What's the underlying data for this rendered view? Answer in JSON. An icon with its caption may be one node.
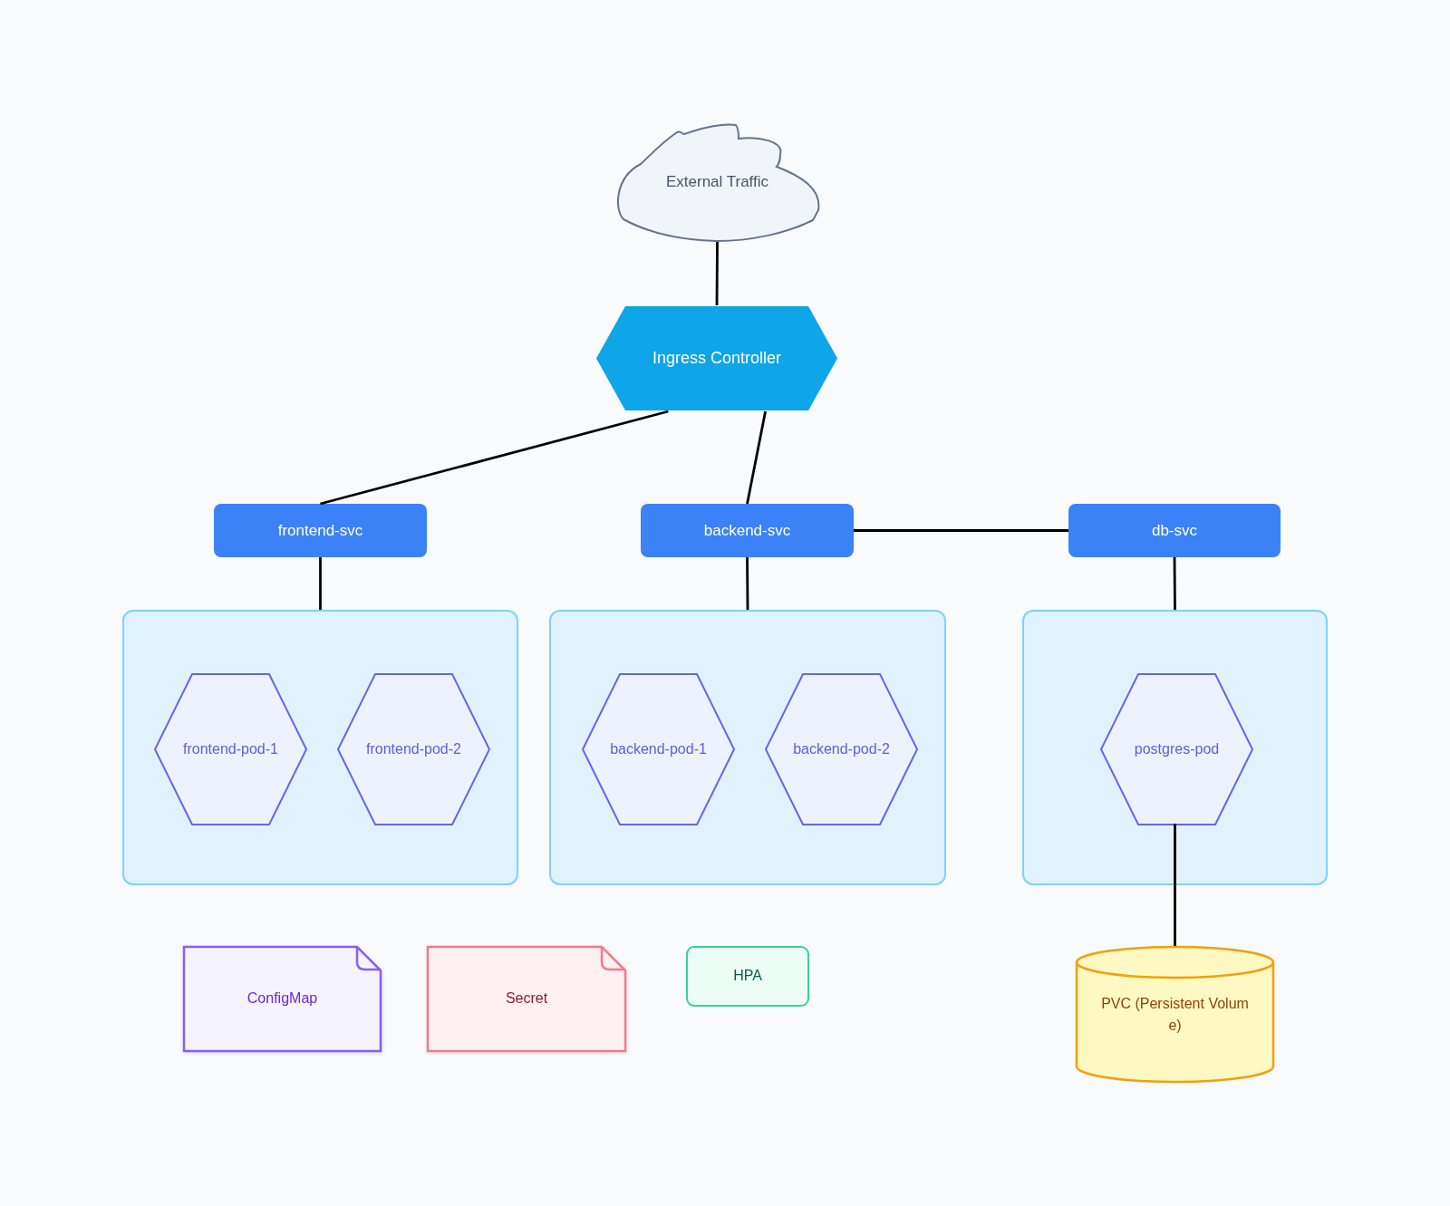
{
  "diagram": {
    "nodes": [
      {
        "text": [
          "External Traffic"
        ]
      },
      {
        "text": [
          "Ingress Controller"
        ]
      },
      {
        "text": [
          "frontend-svc"
        ]
      },
      {
        "text": [
          "backend-svc"
        ]
      },
      {
        "text": [
          "db-svc"
        ]
      },
      {
        "text": [],
        "shape": "box"
      },
      {
        "text": [
          "frontend-pod-1"
        ],
        "in": 5
      },
      {
        "text": [
          "frontend-pod-2"
        ],
        "in": 5
      },
      {
        "text": [],
        "shape": "box"
      },
      {
        "text": [
          "backend-pod-1"
        ],
        "in": 8
      },
      {
        "text": [
          "backend-pod-2"
        ],
        "in": 8
      },
      {
        "text": [],
        "shape": "box"
      },
      {
        "text": [
          "postgres-pod"
        ],
        "in": 11
      },
      {
        "text": [
          "ConfigMap"
        ]
      },
      {
        "text": [
          "Secret"
        ]
      },
      {
        "text": [
          "HPA"
        ]
      },
      {
        "text": [
          "PVC (Persistent Volume)"
        ]
      }
    ],
    "edges": [
      {
        "from": 0,
        "to": 1,
        "arrow": "none"
      },
      {
        "from": 1,
        "to": 2,
        "arrow": "none"
      },
      {
        "from": 1,
        "to": 3,
        "arrow": "none"
      },
      {
        "from": 3,
        "to": 4,
        "arrow": "none"
      },
      {
        "from": 2,
        "to": 5,
        "arrow": "none"
      },
      {
        "from": 3,
        "to": 8,
        "arrow": "none"
      },
      {
        "from": 4,
        "to": 11,
        "arrow": "none"
      },
      {
        "from": 12,
        "to": 16,
        "arrow": "none"
      }
    ]
  }
}
